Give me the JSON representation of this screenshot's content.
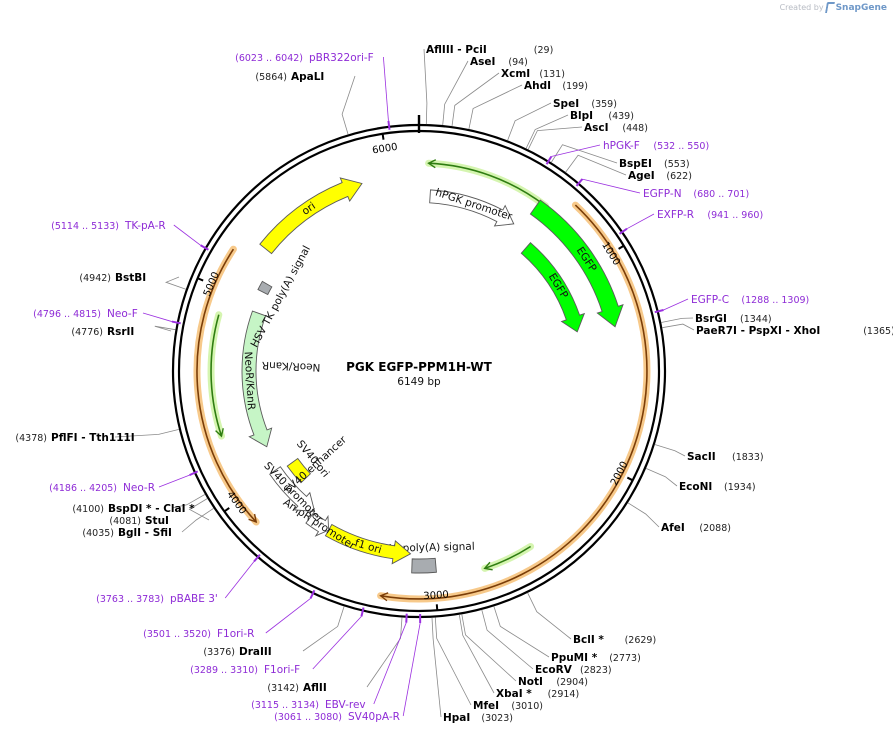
{
  "credit": {
    "prefix": "Created by",
    "brand": "SnapGene"
  },
  "map": {
    "name": "PGK EGFP-PPM1H-WT",
    "length_label": "6149 bp",
    "length": 6149
  },
  "ticks": [
    {
      "pos": 0,
      "label": ""
    },
    {
      "pos": 1000,
      "label": "1000"
    },
    {
      "pos": 2000,
      "label": "2000"
    },
    {
      "pos": 3000,
      "label": "3000"
    },
    {
      "pos": 4000,
      "label": "4000"
    },
    {
      "pos": 5000,
      "label": "5000"
    },
    {
      "pos": 6000,
      "label": "6000"
    }
  ],
  "features": [
    {
      "label": "ori",
      "start": 5270,
      "end": 5860,
      "dir": 1,
      "color": "#ffff00"
    },
    {
      "label": "hPGK promoter",
      "start": 62,
      "end": 560,
      "dir": 1,
      "color": "#ffffff"
    },
    {
      "label": "EGFP",
      "start": 604,
      "end": 1320,
      "dir": 1,
      "color": "#00ff00"
    },
    {
      "label": "EGFP",
      "start": 700,
      "end": 1300,
      "dir": 1,
      "color": "#00ff00"
    },
    {
      "label": "SV40 poly(A) signal",
      "start": 2990,
      "end": 3110,
      "dir": 0,
      "color": "#a8acb0"
    },
    {
      "label": "f1 ori",
      "start": 3120,
      "end": 3580,
      "dir": -1,
      "color": "#ffff00"
    },
    {
      "label": "AmpR promoter",
      "start": 3580,
      "end": 3700,
      "dir": -1,
      "color": "#ffffff"
    },
    {
      "label": "SV40 promoter",
      "start": 3700,
      "end": 4020,
      "dir": -1,
      "color": "#ffffff"
    },
    {
      "label": "SV40 ori",
      "start": 3870,
      "end": 4000,
      "dir": 0,
      "color": "#ffff00"
    },
    {
      "label": "NeoR/KanR",
      "start": 4160,
      "end": 4950,
      "dir": -1,
      "color": "#c6f5c6"
    },
    {
      "label": "HSV TK poly(A) signal",
      "start": 5070,
      "end": 5120,
      "dir": 0,
      "color": "#a8acb0"
    }
  ],
  "feature_text": [
    {
      "text": "SV40 enhancer"
    },
    {
      "text": "NeoR/KanR"
    }
  ],
  "sites": [
    {
      "name": "AflIII",
      "extra": " - PciI",
      "pos_label": "(29)",
      "pos": 29
    },
    {
      "name": "AseI",
      "extra": "",
      "pos_label": "(94)",
      "pos": 94
    },
    {
      "name": "XcmI",
      "extra": "",
      "pos_label": "(131)",
      "pos": 131
    },
    {
      "name": "AhdI",
      "extra": "",
      "pos_label": "(199)",
      "pos": 199
    },
    {
      "name": "SpeI",
      "extra": "",
      "pos_label": "(359)",
      "pos": 359
    },
    {
      "name": "BlpI",
      "extra": "",
      "pos_label": "(439)",
      "pos": 439
    },
    {
      "name": "AscI",
      "extra": "",
      "pos_label": "(448)",
      "pos": 448
    },
    {
      "name": "BspEI",
      "extra": "",
      "pos_label": "(553)",
      "pos": 553
    },
    {
      "name": "AgeI",
      "extra": "",
      "pos_label": "(622)",
      "pos": 622
    },
    {
      "name": "BsrGI",
      "extra": "",
      "pos_label": "(1344)",
      "pos": 1344
    },
    {
      "name": "PaeR7I",
      "extra": " - PspXI  - XhoI",
      "pos_label": "(1365)",
      "pos": 1365
    },
    {
      "name": "SacII",
      "extra": "",
      "pos_label": "(1833)",
      "pos": 1833
    },
    {
      "name": "EcoNI",
      "extra": "",
      "pos_label": "(1934)",
      "pos": 1934
    },
    {
      "name": "AfeI",
      "extra": "",
      "pos_label": "(2088)",
      "pos": 2088
    },
    {
      "name": "BclI *",
      "extra": "",
      "pos_label": "(2629)",
      "pos": 2629
    },
    {
      "name": "PpuMI *",
      "extra": "",
      "pos_label": "(2773)",
      "pos": 2773
    },
    {
      "name": "EcoRV",
      "extra": "",
      "pos_label": "(2823)",
      "pos": 2823
    },
    {
      "name": "NotI",
      "extra": "",
      "pos_label": "(2904)",
      "pos": 2904
    },
    {
      "name": "XbaI *",
      "extra": "",
      "pos_label": "(2914)",
      "pos": 2914
    },
    {
      "name": "MfeI",
      "extra": "",
      "pos_label": "(3010)",
      "pos": 3010
    },
    {
      "name": "HpaI",
      "extra": "",
      "pos_label": "(3023)",
      "pos": 3023
    },
    {
      "name": "AflII",
      "extra": "",
      "pos_label": "(3142)",
      "pos": 3142
    },
    {
      "name": "DraIII",
      "extra": "",
      "pos_label": "(3376)",
      "pos": 3376
    },
    {
      "name": "BglI",
      "extra": " - SfiI",
      "pos_label": "(4035)",
      "pos": 4035
    },
    {
      "name": "StuI",
      "extra": "",
      "pos_label": "(4081)",
      "pos": 4081
    },
    {
      "name": "BspDI *",
      "extra": " - ClaI *",
      "pos_label": "(4100)",
      "pos": 4100
    },
    {
      "name": "PflFI",
      "extra": " - Tth111I",
      "pos_label": "(4378)",
      "pos": 4378
    },
    {
      "name": "RsrII",
      "extra": "",
      "pos_label": "(4776)",
      "pos": 4776
    },
    {
      "name": "BstBI",
      "extra": "",
      "pos_label": "(4942)",
      "pos": 4942
    },
    {
      "name": "ApaLI",
      "extra": "",
      "pos_label": "(5864)",
      "pos": 5864
    }
  ],
  "primers": [
    {
      "name": "pBR322ori-F",
      "range": "(6023 .. 6042)",
      "pos": 6030
    },
    {
      "name": "hPGK-F",
      "range": "(532 .. 550)",
      "pos": 541
    },
    {
      "name": "EGFP-N",
      "range": "(680 .. 701)",
      "pos": 690
    },
    {
      "name": "EXFP-R",
      "range": "(941 .. 960)",
      "pos": 950
    },
    {
      "name": "EGFP-C",
      "range": "(1288 .. 1309)",
      "pos": 1298
    },
    {
      "name": "EBV-rev",
      "range": "(3115 .. 3134)",
      "pos": 3124
    },
    {
      "name": "SV40pA-R",
      "range": "(3061 .. 3080)",
      "pos": 3070
    },
    {
      "name": "F1ori-F",
      "range": "(3289 .. 3310)",
      "pos": 3300
    },
    {
      "name": "F1ori-R",
      "range": "(3501 .. 3520)",
      "pos": 3510
    },
    {
      "name": "pBABE 3'",
      "range": "(3763 .. 3783)",
      "pos": 3773
    },
    {
      "name": "Neo-R",
      "range": "(4186 .. 4205)",
      "pos": 4195
    },
    {
      "name": "Neo-F",
      "range": "(4796 .. 4815)",
      "pos": 4805
    },
    {
      "name": "TK-pA-R",
      "range": "(5114 .. 5133)",
      "pos": 5123
    }
  ]
}
